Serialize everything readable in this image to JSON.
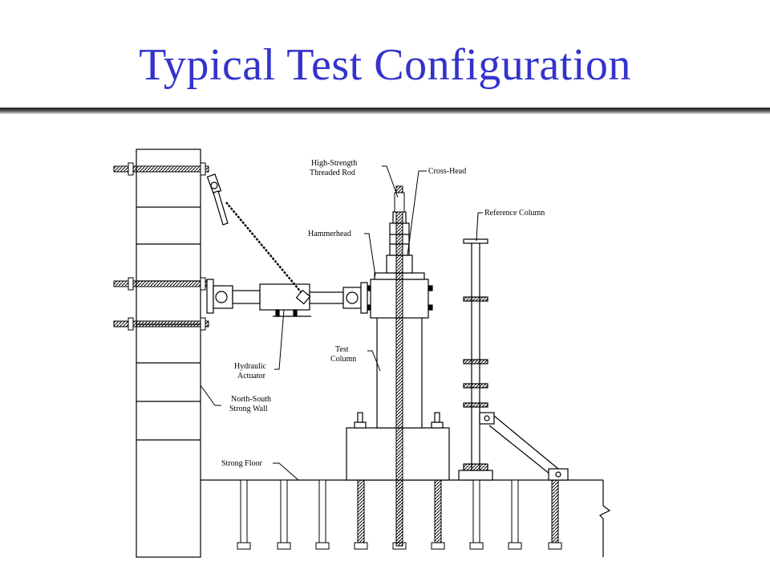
{
  "slide": {
    "title": "Typical Test Configuration"
  },
  "diagram": {
    "labels": {
      "rod_1": "High-Strength",
      "rod_2": "Threaded Rod",
      "crosshead": "Cross-Head",
      "reference": "Reference Column",
      "hammerhead": "Hammerhead",
      "test_1": "Test",
      "test_2": "Column",
      "actuator_1": "Hydraulic",
      "actuator_2": "Actuator",
      "wall_1": "North-South",
      "wall_2": "Strong Wall",
      "floor": "Strong Floor"
    }
  }
}
